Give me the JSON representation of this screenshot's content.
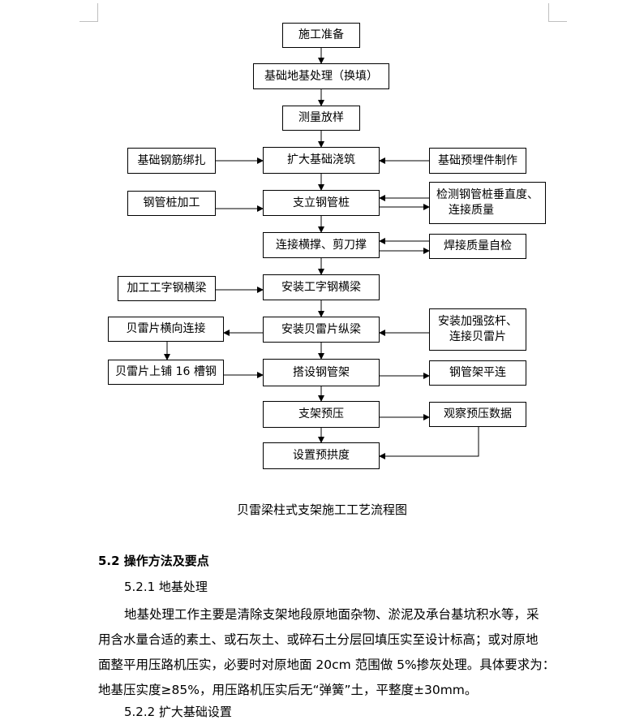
{
  "flowchart": {
    "center": {
      "prep": "施工准备",
      "foundation": "基础地基处理（换填）",
      "survey": "测量放样",
      "pour": "扩大基础浇筑",
      "pipe_pile": "支立钢管桩",
      "bracing": "连接横撑、剪刀撑",
      "i_beam": "安装工字钢横梁",
      "bailey_long": "安装贝雷片纵梁",
      "scaffold": "搭设钢管架",
      "preload": "支架预压",
      "camber": "设置预拱度"
    },
    "left": {
      "rebar": "基础钢筋绑扎",
      "pile_fab": "钢管桩加工",
      "ibeam_fab": "加工工字钢横梁",
      "bailey_cross": "贝雷片横向连接",
      "channel": "贝雷片上铺 16 槽钢"
    },
    "right": {
      "embed": "基础预埋件制作",
      "check_line1": "检测钢管桩垂直度、",
      "check_line2": "连接质量",
      "weld": "焊接质量自检",
      "reinf_line1": "安装加强弦杆、",
      "reinf_line2": "连接贝雷片",
      "level": "钢管架平连",
      "observe": "观察预压数据"
    },
    "caption": "贝雷梁柱式支架施工工艺流程图"
  },
  "section": {
    "heading": "5.2 操作方法及要点",
    "sub1": "5.2.1 地基处理",
    "lines": [
      "地基处理工作主要是清除支架地段原地面杂物、淤泥及承台基坑积水等，采",
      "用含水量合适的素土、或石灰土、或碎石土分层回填压实至设计标高；或对原地",
      "面整平用压路机压实，必要时对原地面 20cm 范围做 5%掺灰处理。具体要求为：",
      "地基压实度≥85%，用压路机压实后无“弹簧”土，平整度±30mm。"
    ],
    "sub2": "5.2.2 扩大基础设置"
  }
}
